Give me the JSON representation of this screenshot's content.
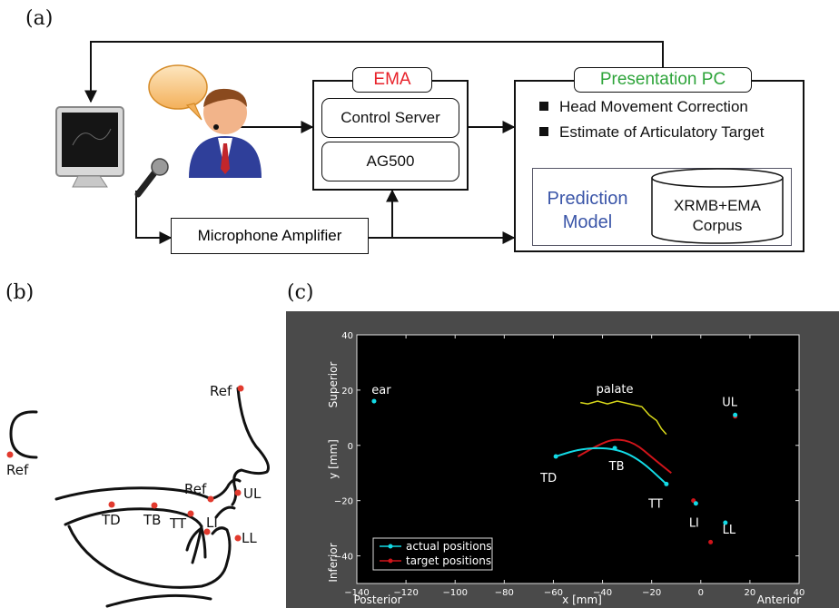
{
  "panel_a": {
    "label": "(a)",
    "ema": {
      "title": "EMA",
      "items": [
        "Control Server",
        "AG500"
      ]
    },
    "microphone_amplifier": "Microphone Amplifier",
    "presentation_pc": {
      "title": "Presentation PC",
      "bullets": [
        "Head Movement Correction",
        "Estimate of Articulatory Target"
      ]
    },
    "prediction_model": [
      "Prediction",
      "Model"
    ],
    "corpus": [
      "XRMB+EMA",
      "Corpus"
    ],
    "colors": {
      "ema_title": "#e8222a",
      "presentation_title": "#2ea43a",
      "prediction_model": "#3a55a8"
    },
    "icons": [
      "monitor-icon",
      "person-speaking-icon",
      "speech-bubble-icon",
      "microphone-icon"
    ]
  },
  "panel_b": {
    "label": "(b)",
    "points": [
      "Ref",
      "Ref",
      "Ref",
      "UL",
      "TD",
      "TB",
      "TT",
      "LI",
      "LL"
    ]
  },
  "panel_c": {
    "label": "(c)",
    "axis_left_top": "Superior",
    "axis_left_bottom": "Inferior",
    "axis_bottom_left": "Posterior",
    "axis_bottom_right": "Anterior",
    "colors": {
      "actual": "#13dbe6",
      "target": "#d0141a",
      "palate": "#d8d81a",
      "background": "#000000",
      "frame": "#4a4a4a"
    }
  },
  "chart_data": {
    "type": "line",
    "xlabel": "x [mm]",
    "ylabel": "y [mm]",
    "xlim": [
      -140,
      40
    ],
    "ylim": [
      -50,
      40
    ],
    "xticks": [
      -140,
      -120,
      -100,
      -80,
      -60,
      -40,
      -20,
      0,
      20,
      40
    ],
    "yticks": [
      -40,
      -20,
      0,
      20,
      40
    ],
    "legend": [
      "actual positions",
      "target positions"
    ],
    "legend_position": "bottom-left",
    "series": [
      {
        "name": "actual positions",
        "color": "#13dbe6",
        "points": [
          [
            -59,
            -4
          ],
          [
            -48,
            -1
          ],
          [
            -35,
            -1
          ],
          [
            -25,
            -5
          ],
          [
            -14,
            -14
          ]
        ]
      },
      {
        "name": "target positions",
        "color": "#d0141a",
        "points": [
          [
            -50,
            -4
          ],
          [
            -42,
            0
          ],
          [
            -35,
            2.5
          ],
          [
            -27,
            1
          ],
          [
            -19,
            -5
          ],
          [
            -12,
            -10
          ]
        ]
      }
    ],
    "palate": [
      [
        -49,
        15.5
      ],
      [
        -46,
        15
      ],
      [
        -42,
        16
      ],
      [
        -38,
        15
      ],
      [
        -34,
        16
      ],
      [
        -29,
        15
      ],
      [
        -24,
        14
      ],
      [
        -21,
        11
      ],
      [
        -18,
        9
      ],
      [
        -16,
        6
      ],
      [
        -14,
        4
      ]
    ],
    "markers": [
      {
        "label": "ear",
        "x": -133,
        "y": 16,
        "actual": true
      },
      {
        "label": "palate",
        "x": -35,
        "y": 19,
        "text_only": true
      },
      {
        "label": "UL",
        "x": 14,
        "y": 11,
        "actual": true,
        "target": [
          14,
          10.5
        ]
      },
      {
        "label": "TD",
        "x": -59,
        "y": -4,
        "actual": true
      },
      {
        "label": "TB",
        "x": -35,
        "y": -1,
        "actual": true
      },
      {
        "label": "TT",
        "x": -14,
        "y": -14,
        "actual": true
      },
      {
        "label": "LI",
        "x": -2,
        "y": -21,
        "actual": true,
        "target": [
          -3,
          -20
        ]
      },
      {
        "label": "LL",
        "x": 10,
        "y": -28,
        "actual": true,
        "target": [
          4,
          -35
        ]
      }
    ]
  }
}
